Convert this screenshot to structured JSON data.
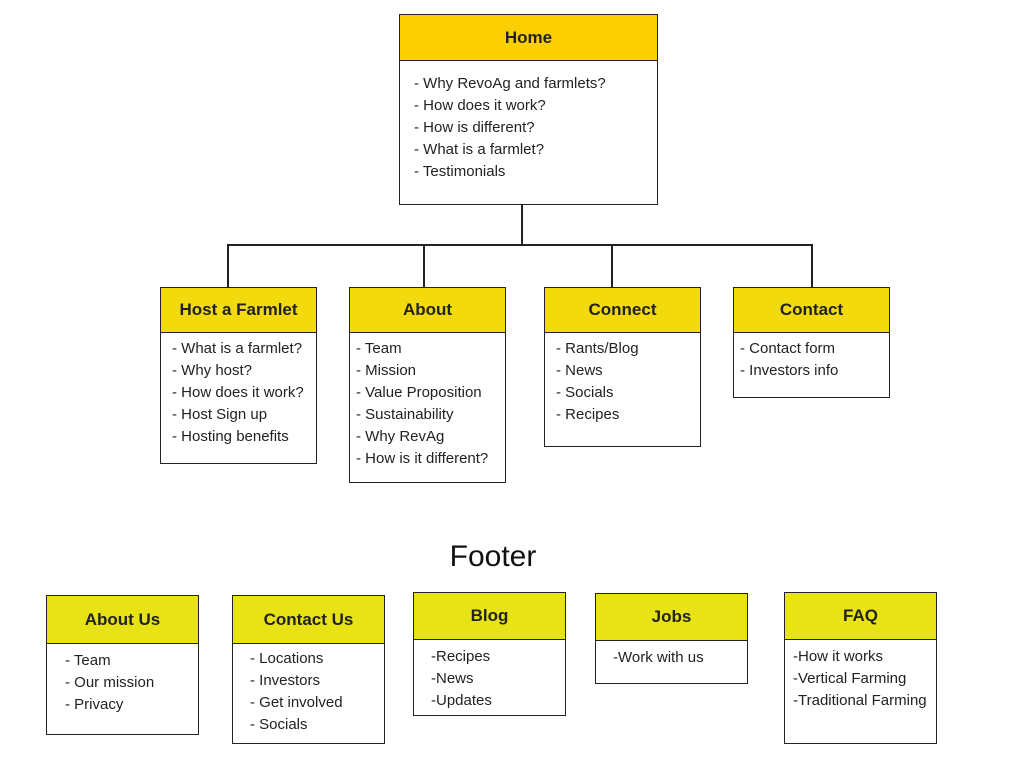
{
  "colors": {
    "home_header": "#FCD000",
    "section_header": "#F2DA0C",
    "footer_header": "#E8E317",
    "border": "#222222"
  },
  "home": {
    "title": "Home",
    "items": [
      "- Why RevoAg and farmlets?",
      "- How does it work?",
      "- How is different?",
      "- What is a farmlet?",
      "- Testimonials"
    ]
  },
  "sections": [
    {
      "title": "Host a Farmlet",
      "items": [
        "- What is a farmlet?",
        "- Why host?",
        "- How does it work?",
        "- Host Sign up",
        "- Hosting benefits"
      ]
    },
    {
      "title": "About",
      "items": [
        "- Team",
        "- Mission",
        "- Value Proposition",
        "- Sustainability",
        "- Why RevAg",
        "- How is it different?"
      ]
    },
    {
      "title": "Connect",
      "items": [
        "- Rants/Blog",
        "- News",
        "- Socials",
        "- Recipes"
      ]
    },
    {
      "title": "Contact",
      "items": [
        "- Contact form",
        "- Investors info"
      ]
    }
  ],
  "footer": {
    "title": "Footer",
    "boxes": [
      {
        "title": "About Us",
        "items": [
          "- Team",
          "- Our mission",
          "- Privacy"
        ]
      },
      {
        "title": "Contact Us",
        "items": [
          "- Locations",
          "- Investors",
          "- Get involved",
          "- Socials"
        ]
      },
      {
        "title": "Blog",
        "items": [
          "-Recipes",
          "-News",
          "-Updates"
        ]
      },
      {
        "title": "Jobs",
        "items": [
          "-Work with us"
        ]
      },
      {
        "title": "FAQ",
        "items": [
          "-How it works",
          "-Vertical Farming",
          "-Traditional Farming"
        ]
      }
    ]
  }
}
